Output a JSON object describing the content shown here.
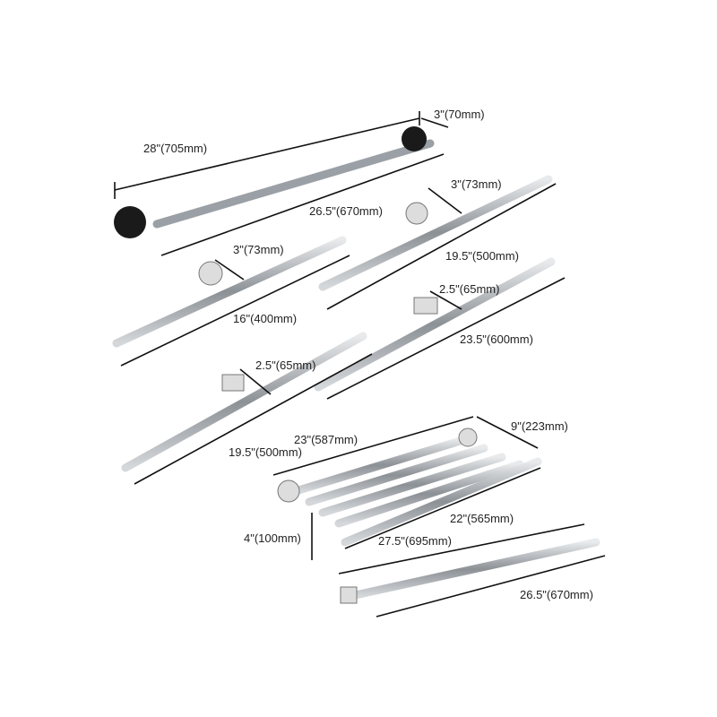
{
  "labels": {
    "l1": "28\"(705mm)",
    "l2": "3\"(70mm)",
    "l3": "26.5\"(670mm)",
    "l4": "3\"(73mm)",
    "l5": "3\"(73mm)",
    "l6": "19.5\"(500mm)",
    "l7": "16\"(400mm)",
    "l8": "2.5\"(65mm)",
    "l9": "23.5\"(600mm)",
    "l10": "2.5\"(65mm)",
    "l11": "19.5\"(500mm)",
    "l12": "23\"(587mm)",
    "l13": "9\"(223mm)",
    "l14": "22\"(565mm)",
    "l15": "4\"(100mm)",
    "l16": "27.5\"(695mm)",
    "l17": "26.5\"(670mm)"
  },
  "colors": {
    "background": "#ffffff",
    "dimension_line": "#111111",
    "chrome": "#b8bcc0",
    "black_finish": "#1a1a1a"
  }
}
